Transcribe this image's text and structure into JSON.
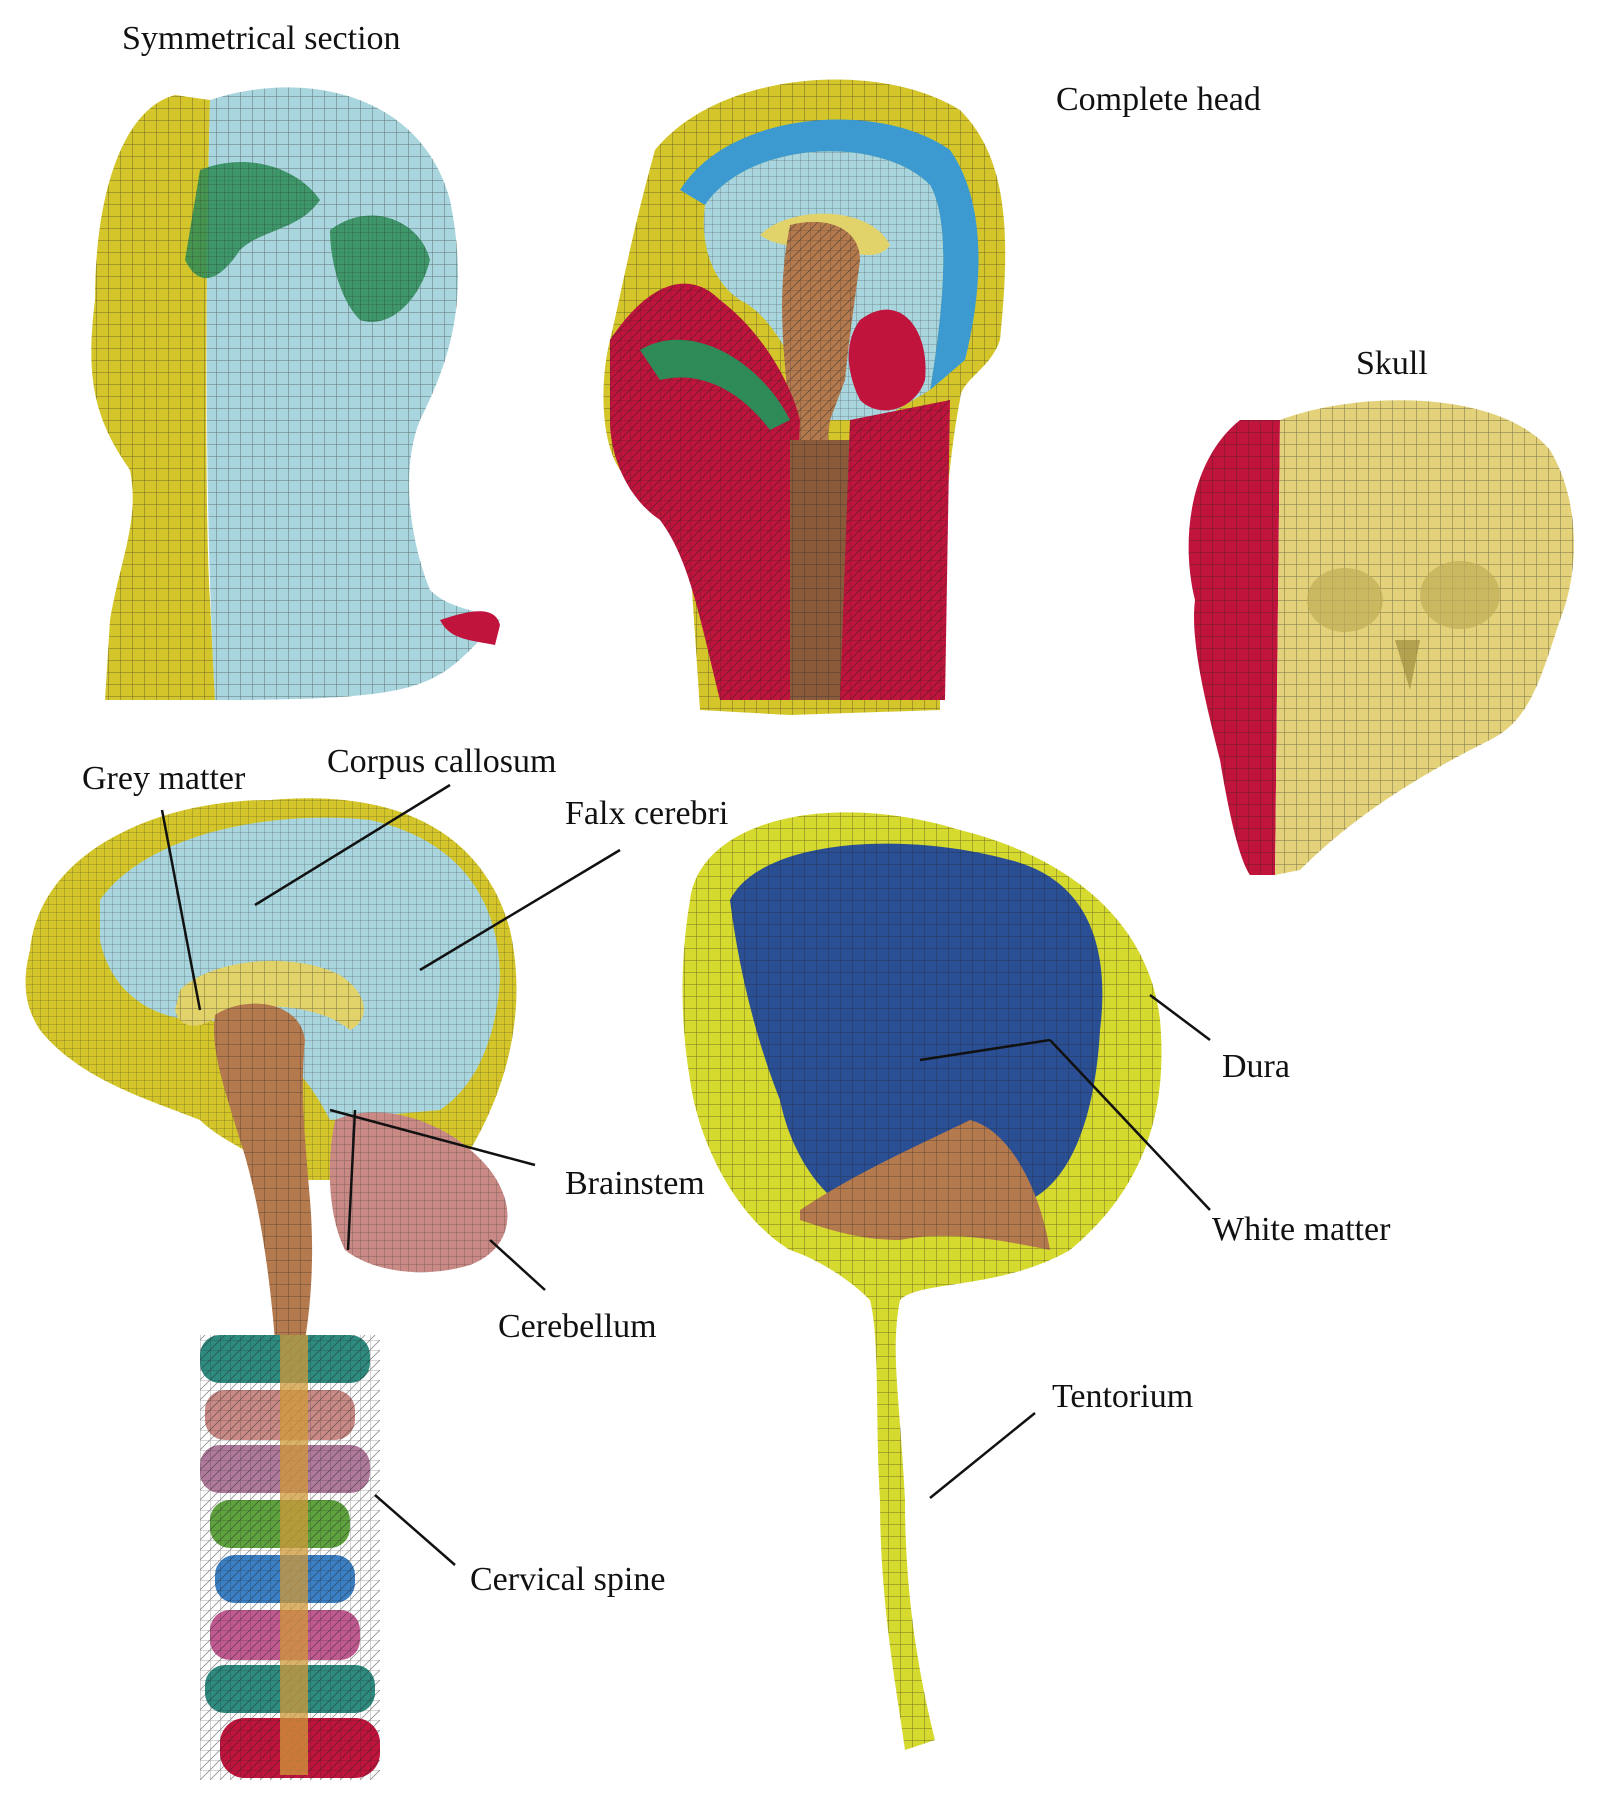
{
  "panels": {
    "symmetrical_section": {
      "title": "Symmetrical section"
    },
    "complete_head": {
      "title": "Complete head"
    },
    "skull": {
      "title": "Skull"
    }
  },
  "brain_labels": {
    "grey_matter": "Grey matter",
    "corpus_callosum": "Corpus callosum",
    "falx_cerebri": "Falx cerebri",
    "brainstem": "Brainstem",
    "cerebellum": "Cerebellum",
    "cervical_spine": "Cervical spine"
  },
  "dura_labels": {
    "dura": "Dura",
    "white_matter": "White matter",
    "tentorium": "Tentorium"
  },
  "colors": {
    "skin": "#a9d6de",
    "yellow": "#d4c62a",
    "dura_yellow": "#d6d92e",
    "red": "#c0143c",
    "green": "#2e8b57",
    "blue": "#2b4f94",
    "skull_bone": "#e3d27a",
    "brainstem": "#b47a4e",
    "cerebellum": "#c98a86",
    "corpus": "#e2d26a",
    "mesh_line": "#2a2a2a"
  }
}
